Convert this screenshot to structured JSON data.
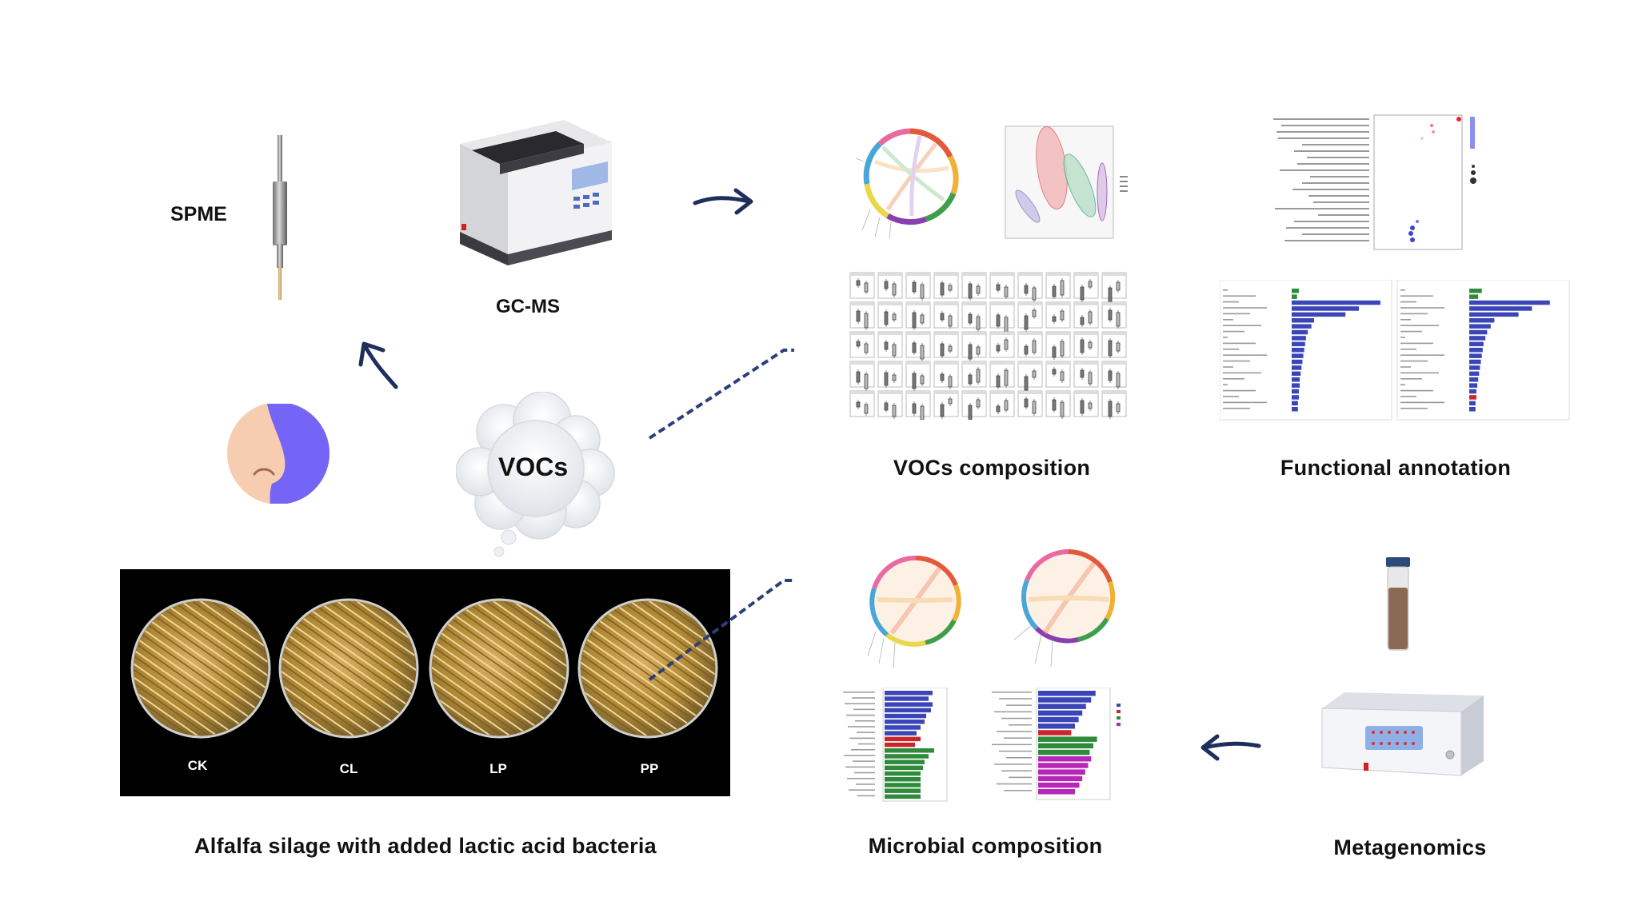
{
  "labels": {
    "spme": "SPME",
    "gcms": "GC-MS",
    "vocs": "VOCs",
    "vocs_composition": "VOCs composition",
    "functional_annotation": "Functional annotation",
    "microbial_composition": "Microbial composition",
    "metagenomics": "Metagenomics",
    "alfalfa": "Alfalfa silage with added lactic acid bacteria"
  },
  "photo": {
    "samples": [
      "CK",
      "CL",
      "LP",
      "PP"
    ]
  },
  "colors": {
    "arrow": "#1f2f5c",
    "dashed": "#2c3f78",
    "bar_blue": "#3a46b8",
    "bar_red": "#c8262c",
    "bar_green": "#2f8a3c",
    "bar_magenta": "#b627b6",
    "nose_purple": "#7565f7",
    "skin": "#f6cdb0"
  }
}
